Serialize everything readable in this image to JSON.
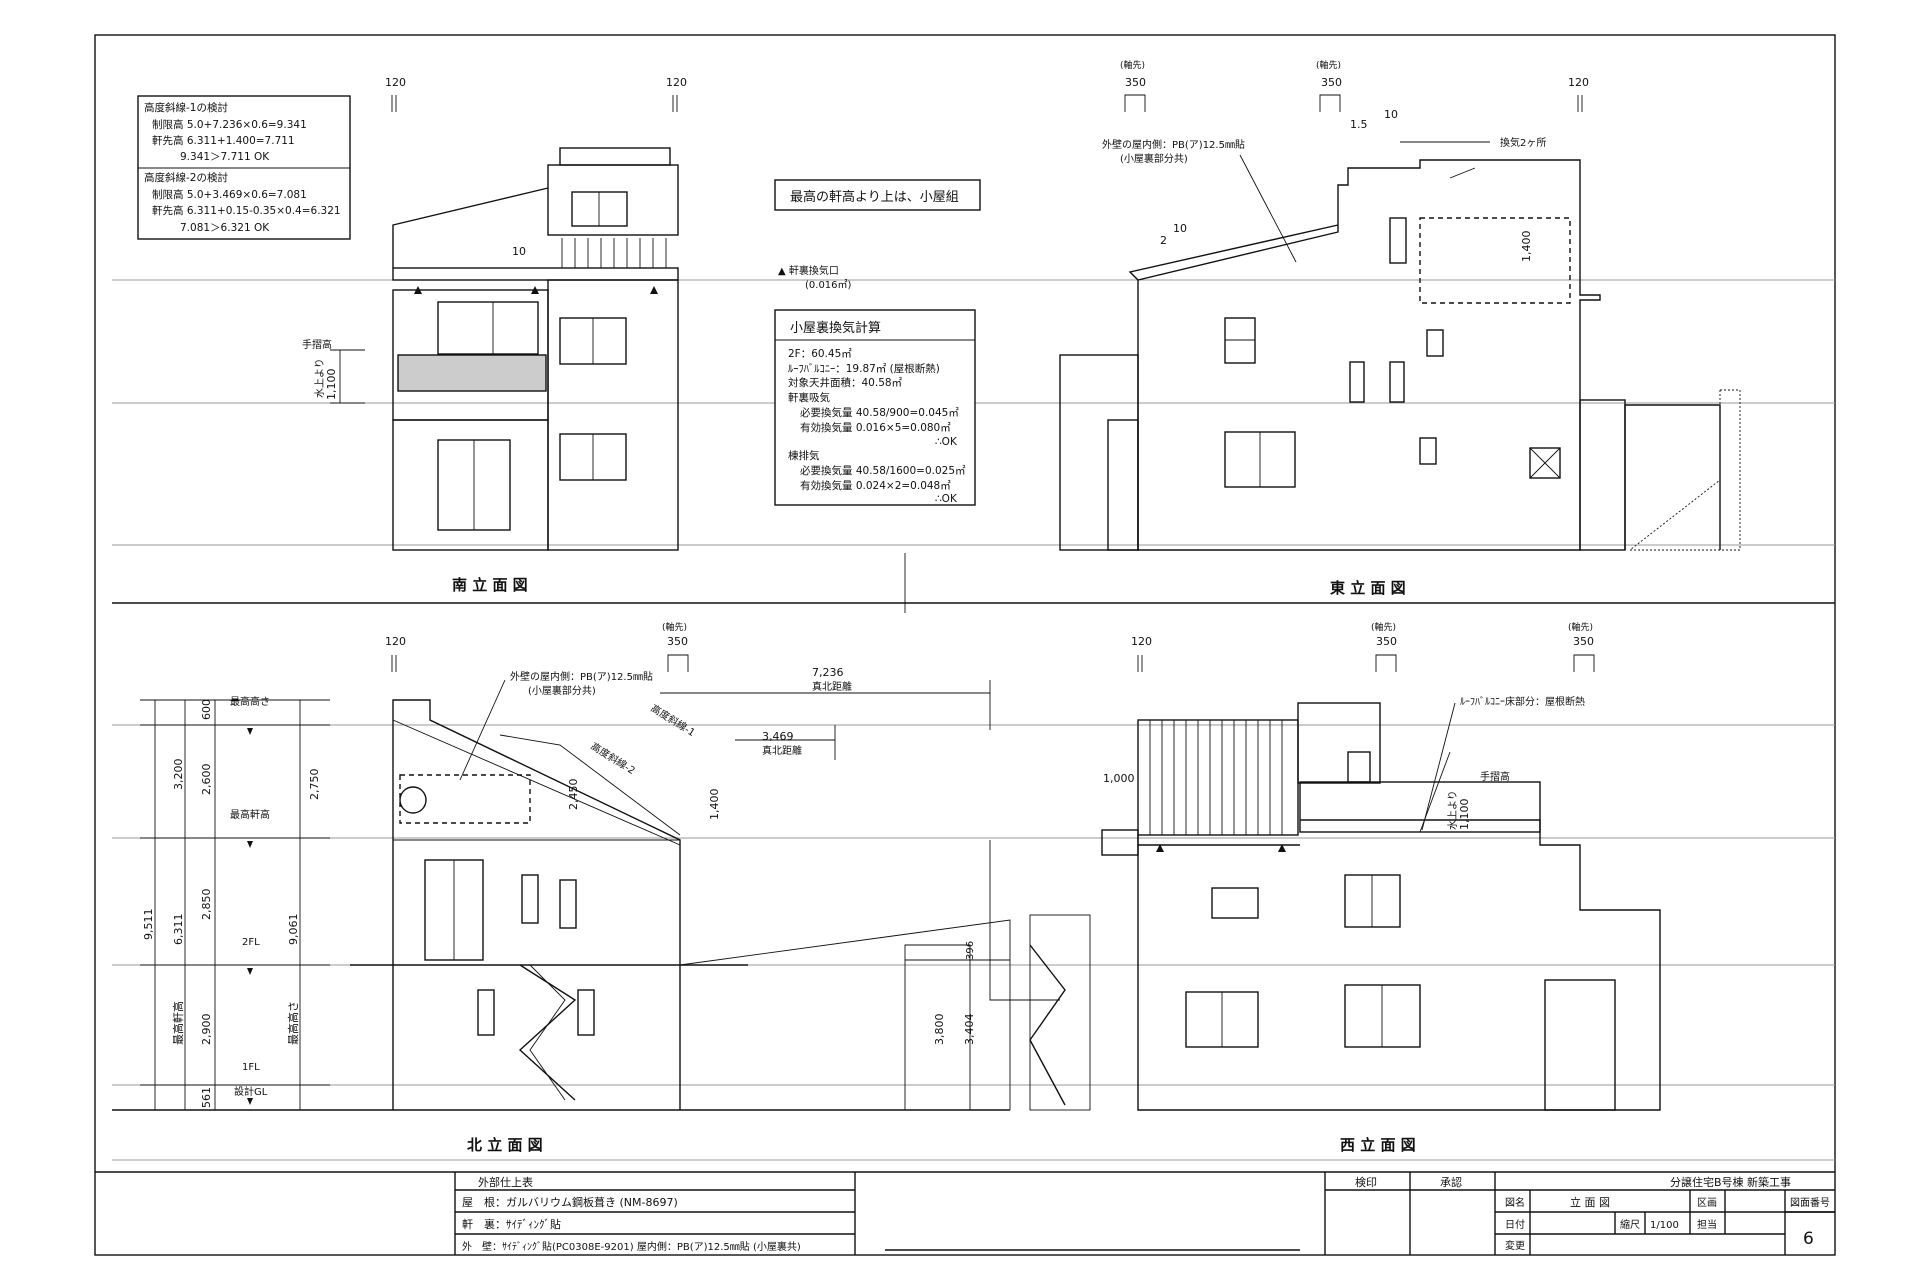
{
  "elevations": {
    "south": "南 立 面 図",
    "east": "東 立 面 図",
    "north": "北 立 面 図",
    "west": "西 立 面 図"
  },
  "dims": {
    "d120": "120",
    "d350": "350",
    "tsuki": "(軸先)",
    "d1400": "1,400",
    "d1100": "1,100",
    "d1000": "1,000",
    "d7236": "7,236",
    "d3469": "3,469",
    "d600": "600",
    "d3200": "3,200",
    "d2600": "2,600",
    "d2850": "2,850",
    "d2900": "2,900",
    "d561": "561",
    "d9511": "9,511",
    "d6311": "6,311",
    "d9061": "9,061",
    "d2750": "2,750",
    "d2450": "2,450",
    "d3800": "3,800",
    "d3404": "3,404",
    "d396": "396",
    "r10": "10",
    "r2": "2",
    "r15": "1.5"
  },
  "labels": {
    "saikoutakasa": "最高高さ",
    "saikounokidaka": "最高軒高",
    "fl2": "2FL",
    "fl1": "1FL",
    "sekkeigl": "設計GL",
    "nokidaka_v": "最高軒高",
    "takasa_v": "最高高さ",
    "tesuridaka": "手摺高",
    "mizukamiyori": "水上より",
    "shinpoku": "真北距離",
    "shasen1": "高度斜線-1",
    "shasen2": "高度斜線-2",
    "haikiki": "換気2ヶ所",
    "naigai": "外壁の屋内側：PB(ア)12.5㎜貼",
    "koyaura": "(小屋裏部分共)",
    "roofbal": "ﾙｰﾌﾊﾞﾙｺﾆｰ床部分：屋根断熱",
    "koyagumi": "最高の軒高より上は、小屋組",
    "nokiura_kanki": "▲ 軒裏換気口",
    "nokiura_area": "(0.016㎡)"
  },
  "slope_check": {
    "h1": "高度斜線-1の検討",
    "l1": "制限高  5.0+7.236×0.6=9.341",
    "l2": "軒先高  6.311+1.400=7.711",
    "l3": "9.341＞7.711  OK",
    "h2": "高度斜線-2の検討",
    "l4": "制限高  5.0+3.469×0.6=7.081",
    "l5": "軒先高  6.311+0.15-0.35×0.4=6.321",
    "l6": "7.081＞6.321  OK"
  },
  "vent_calc": {
    "title": "小屋裏換気計算",
    "l1": "2F：60.45㎡",
    "l2": "ﾙｰﾌﾊﾞﾙｺﾆｰ：19.87㎡ (屋根断熱)",
    "l3": "対象天井面積：40.58㎡",
    "l4": "軒裏吸気",
    "l5": "必要換気量  40.58/900=0.045㎡",
    "l6": "有効換気量  0.016×5=0.080㎡",
    "l7": "∴OK",
    "l8": "棟排気",
    "l9": "必要換気量  40.58/1600=0.025㎡",
    "l10": "有効換気量  0.024×2=0.048㎡",
    "l11": "∴OK"
  },
  "title_block": {
    "finish_header": "外部仕上表",
    "roof": "屋　根：ガルバリウム鋼板葺き  (NM-8697)",
    "eaves": "軒　裏：ｻｲﾃﾞｨﾝｸﾞ貼",
    "wall": "外　壁：ｻｲﾃﾞｨﾝｸﾞ貼(PC0308E-9201) 屋内側：PB(ア)12.5㎜貼 (小屋裏共)",
    "kenin": "検印",
    "shonin": "承認",
    "project": "分譲住宅B号棟  新築工事",
    "zumei_label": "図名",
    "zumei": "立 面 図",
    "kukaku": "区画",
    "zumen_bango": "図面番号",
    "hizuke": "日付",
    "shukushaku": "縮尺",
    "scale": "1/100",
    "tanto": "担当",
    "henko": "変更",
    "sheet_no": "6"
  }
}
